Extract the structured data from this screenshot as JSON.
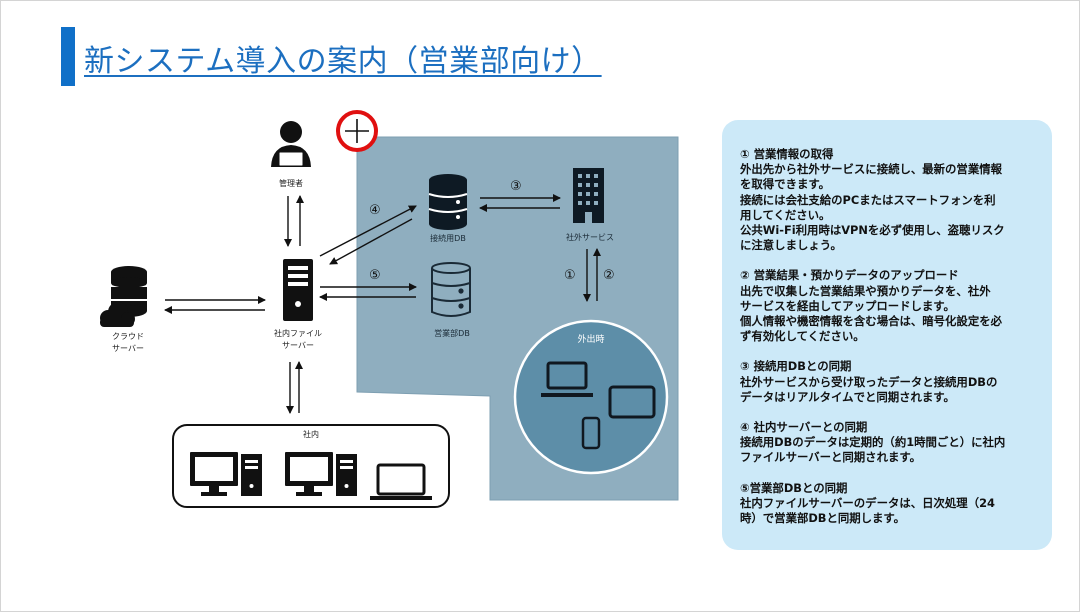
{
  "title": "新システム導入の案内（営業部向け）",
  "labels": {
    "admin": "管理者",
    "cloud_server": [
      "クラウド",
      "サーバー"
    ],
    "file_server": [
      "社内ファイル",
      "サーバー"
    ],
    "connection_db": "接続用DB",
    "sales_db": "営業部DB",
    "external_service": "社外サービス",
    "outside": "外出時",
    "internal": "社内"
  },
  "step_markers": [
    "①",
    "②",
    "③",
    "④",
    "⑤"
  ],
  "notes": [
    {
      "heading": "① 営業情報の取得",
      "lines": [
        "外出先から社外サービスに接続し、最新の営業情報",
        "を取得できます。",
        "接続には会社支給のPCまたはスマートフォンを利",
        "用してください。",
        "公共Wi-Fi利用時はVPNを必ず使用し、盗聴リスク",
        "に注意しましょう。"
      ]
    },
    {
      "heading": "② 営業結果・預かりデータのアップロード",
      "lines": [
        "出先で収集した営業結果や預かりデータを、社外",
        "サービスを経由してアップロードします。",
        "個人情報や機密情報を含む場合は、暗号化設定を必",
        "ず有効化してください。"
      ]
    },
    {
      "heading": "③ 接続用DBとの同期",
      "lines": [
        "社外サービスから受け取ったデータと接続用DBの",
        "データはリアルタイムでと同期されます。"
      ]
    },
    {
      "heading": "④ 社内サーバーとの同期",
      "lines": [
        "接続用DBのデータは定期的（約1時間ごと）に社内",
        "ファイルサーバーと同期されます。"
      ]
    },
    {
      "heading": "⑤営業部DBとの同期",
      "lines": [
        "社内ファイルサーバーのデータは、日次処理（24",
        "時）で営業部DBと同期します。"
      ]
    }
  ],
  "colors": {
    "accent": "#1070c8",
    "external_zone": "#8faebf",
    "panel": "#cce9f8",
    "outside_circle": "#5d8ea8"
  }
}
